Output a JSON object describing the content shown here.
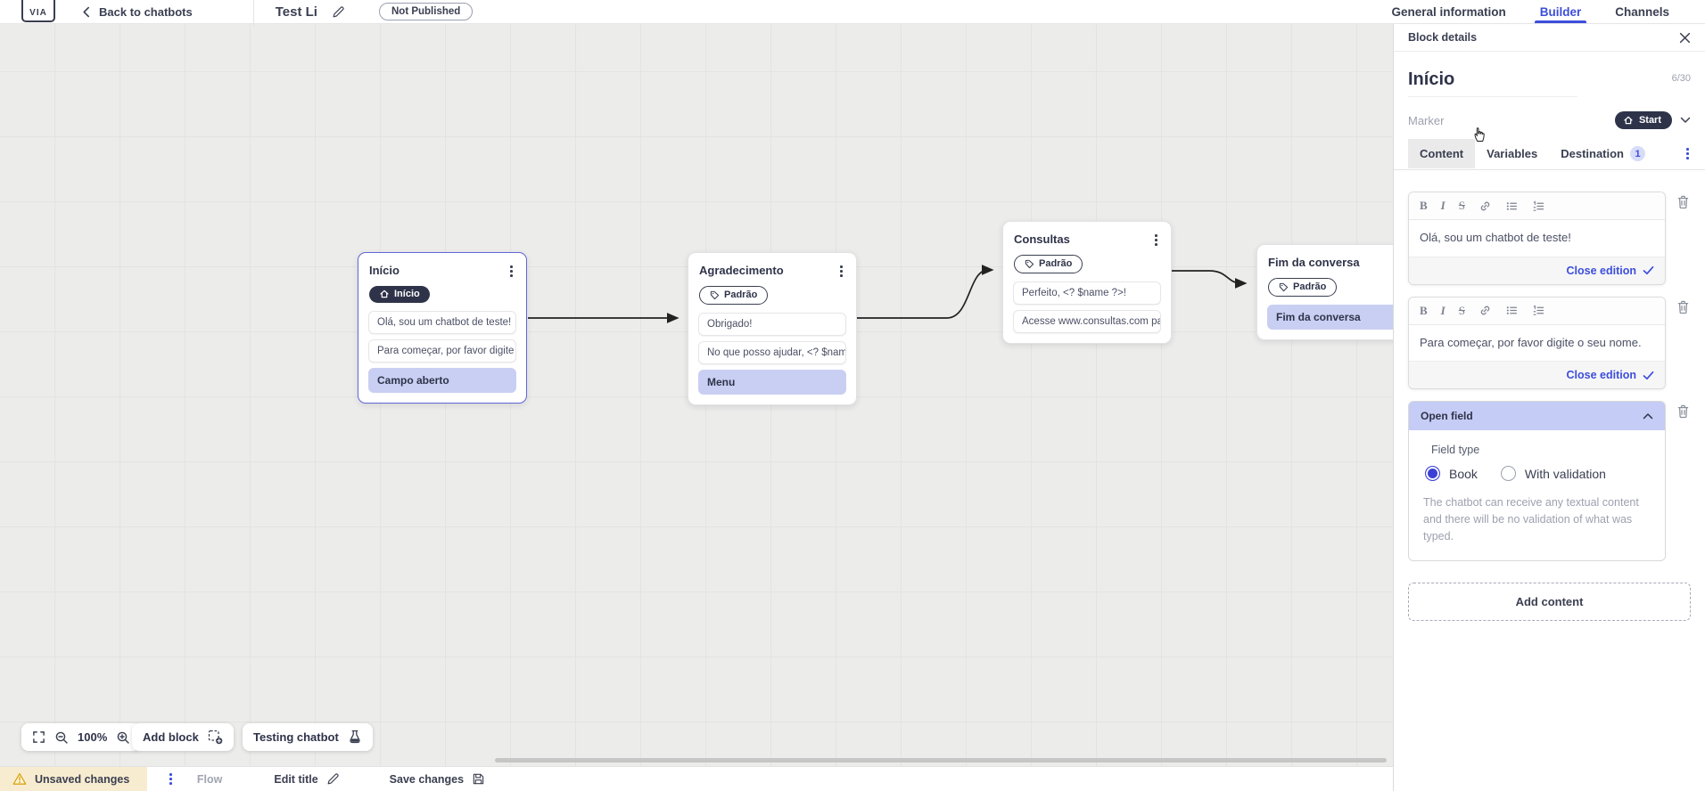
{
  "topbar": {
    "logo_text": "VIA",
    "back_label": "Back to chatbots",
    "title": "Test Li",
    "status_badge": "Not Published",
    "tabs": [
      {
        "label": "General information"
      },
      {
        "label": "Builder"
      },
      {
        "label": "Channels"
      }
    ]
  },
  "canvas": {
    "blocks": [
      {
        "title": "Início",
        "badge": "Início",
        "rows": [
          {
            "text": "Olá, sou um chatbot de teste!"
          },
          {
            "text": "Para começar, por favor digite o ..."
          },
          {
            "text": "Campo aberto"
          }
        ]
      },
      {
        "title": "Agradecimento",
        "badge": "Padrão",
        "rows": [
          {
            "text": "Obrigado!"
          },
          {
            "text": "No que posso ajudar, <? $name ..."
          },
          {
            "text": "Menu"
          }
        ]
      },
      {
        "title": "Consultas",
        "badge": "Padrão",
        "rows": [
          {
            "text": "Perfeito, <? $name ?>!"
          },
          {
            "text": "Acesse www.consultas.com par..."
          }
        ]
      },
      {
        "title": "Fim da conversa",
        "badge": "Padrão",
        "rows": [
          {
            "text": "Fim da conversa"
          }
        ]
      }
    ],
    "controls": {
      "zoom_level": "100%",
      "add_block_label": "Add block",
      "testing_label": "Testing chatbot"
    }
  },
  "panel": {
    "header": "Block details",
    "name_value": "Início",
    "name_counter": "6/30",
    "marker_label": "Marker",
    "marker_value": "Start",
    "tabs": [
      {
        "label": "Content"
      },
      {
        "label": "Variables"
      },
      {
        "label": "Destination",
        "badge": "1"
      }
    ],
    "editors": [
      {
        "text": "Olá, sou um chatbot de teste!",
        "action_label": "Close edition"
      },
      {
        "text": "Para começar, por favor digite o seu nome.",
        "action_label": "Close edition"
      }
    ],
    "open_field": {
      "title": "Open field",
      "field_type_label": "Field type",
      "options": [
        {
          "label": "Book"
        },
        {
          "label": "With validation"
        }
      ],
      "description": "The chatbot can receive any textual content and there will be no validation of what was typed."
    },
    "add_content_label": "Add content"
  },
  "bottombar": {
    "unsaved_label": "Unsaved changes",
    "flow_label": "Flow",
    "edit_title_label": "Edit title",
    "save_label": "Save changes"
  },
  "colors": {
    "accent_blue": "#3d4eda",
    "selected_border": "#6066d6",
    "lavender": "#c9cff3",
    "dark_pill": "#2e3349",
    "warning_bg": "#f8ecd0",
    "warning_yellow": "#d9a514",
    "canvas_bg": "#ececeb"
  }
}
